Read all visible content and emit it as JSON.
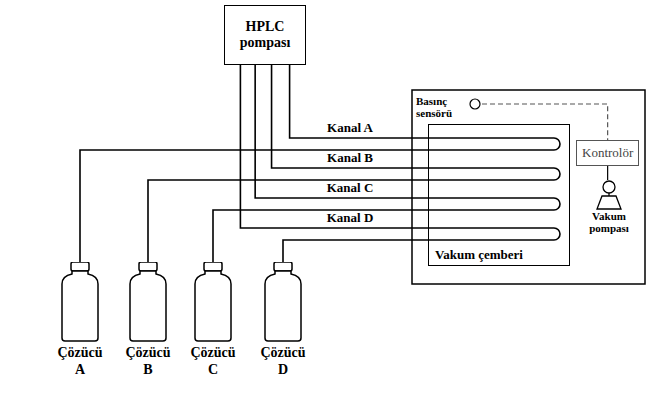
{
  "diagram": {
    "nodes": [
      {
        "text": [
          "HPLC pompası"
        ]
      },
      {
        "text": [
          "Basınç sensörü"
        ]
      },
      {
        "text": [
          "Kontrolör"
        ]
      },
      {
        "text": [
          "Vakum çemberi"
        ]
      },
      {
        "text": [
          "Vakum pompası"
        ]
      },
      {
        "text": [
          "Çözücü A"
        ]
      },
      {
        "text": [
          "Çözücü B"
        ]
      },
      {
        "text": [
          "Çözücü C"
        ]
      },
      {
        "text": [
          "Çözücü D"
        ]
      }
    ],
    "edges": [
      {
        "from": 0,
        "to": 3,
        "label": "Kanal A",
        "arrow": "none"
      },
      {
        "from": 0,
        "to": 3,
        "label": "Kanal B",
        "arrow": "none"
      },
      {
        "from": 0,
        "to": 3,
        "label": "Kanal C",
        "arrow": "none"
      },
      {
        "from": 0,
        "to": 3,
        "label": "Kanal D",
        "arrow": "none"
      },
      {
        "from": 3,
        "to": 5,
        "arrow": "none"
      },
      {
        "from": 3,
        "to": 6,
        "arrow": "none"
      },
      {
        "from": 3,
        "to": 7,
        "arrow": "none"
      },
      {
        "from": 3,
        "to": 8,
        "arrow": "none"
      },
      {
        "from": 1,
        "to": 2,
        "arrow": "none"
      },
      {
        "from": 2,
        "to": 4,
        "arrow": "none"
      }
    ]
  }
}
